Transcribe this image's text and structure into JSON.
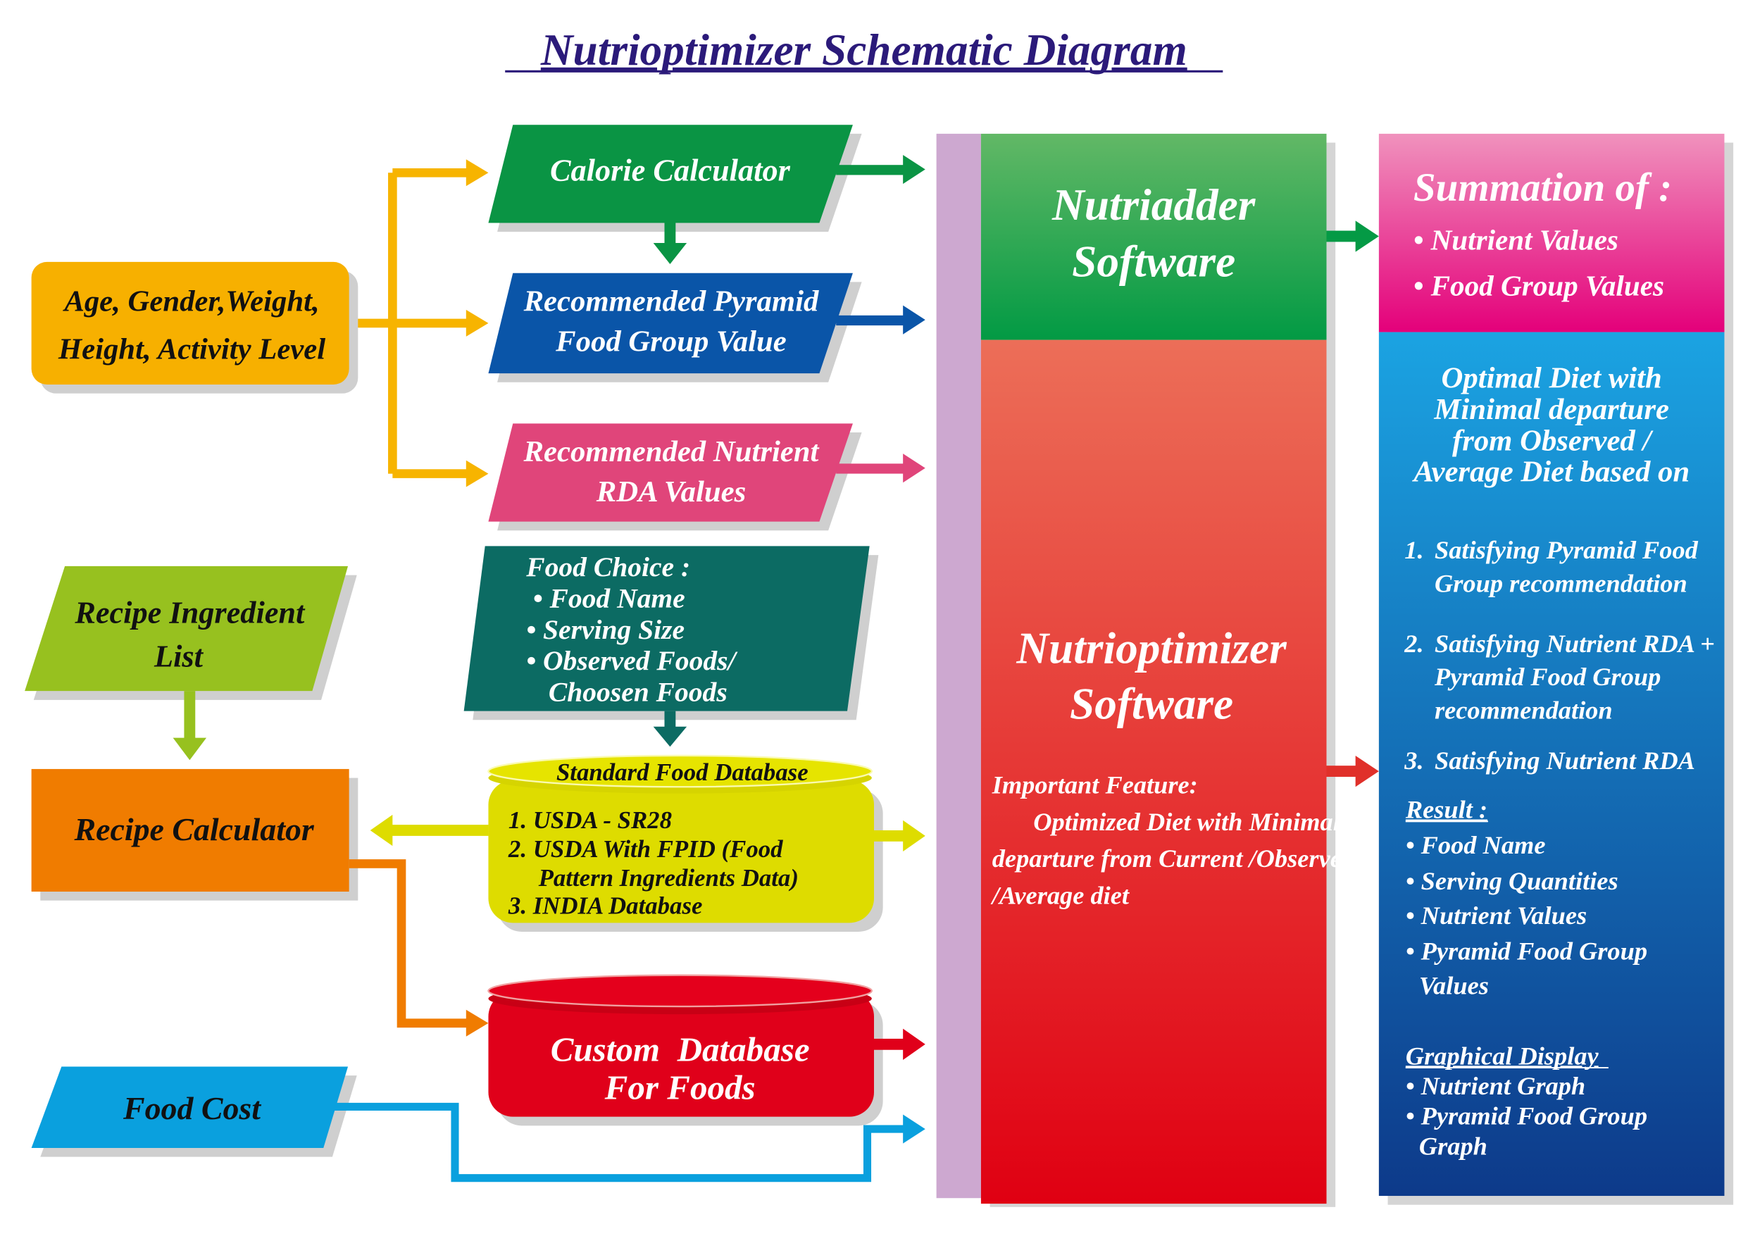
{
  "title": "Nutrioptimizer Schematic Diagram",
  "colors": {
    "title": "#2b1a7a",
    "inputs_box": "#f7b000",
    "calorie": "#0a9444",
    "pyramid": "#0a55a8",
    "nutrient_rda": "#e0457a",
    "food_choice": "#0c6b63",
    "standard_db": "#dedc00",
    "recipe_ingredient": "#97c11f",
    "recipe_calculator": "#f07c00",
    "custom_db": "#e0001a",
    "food_cost": "#0aa0de",
    "bar": "#cda8d0",
    "nutriadder": "#049a45",
    "optimizer": "#e00015",
    "summation": "#e4007a",
    "result_panel": "#0d4a9a"
  },
  "inputs": {
    "line1": "Age, Gender,Weight,",
    "line2": "Height, Activity Level"
  },
  "calorie_calculator": "Calorie Calculator",
  "pyramid": {
    "line1": "Recommended Pyramid",
    "line2": "Food Group Value"
  },
  "nutrient_rda": {
    "line1": "Recommended Nutrient",
    "line2": "RDA Values"
  },
  "food_choice": {
    "heading": "Food Choice :",
    "items": [
      "• Food Name",
      "• Serving Size",
      "• Observed Foods/",
      "Choosen Foods"
    ]
  },
  "standard_db": {
    "title": "Standard Food Database",
    "items": [
      "1. USDA - SR28",
      "2. USDA With FPID (Food",
      "Pattern Ingredients Data)",
      "3. INDIA Database"
    ]
  },
  "recipe_ingredient": {
    "line1": "Recipe Ingredient",
    "line2": "List"
  },
  "recipe_calculator": "Recipe Calculator",
  "custom_db": {
    "line1": "Custom  Database",
    "line2": "For Foods"
  },
  "food_cost": "Food Cost",
  "nutriadder": {
    "line1": "Nutriadder",
    "line2": "Software"
  },
  "optimizer": {
    "line1": "Nutrioptimizer",
    "line2": "Software",
    "feature_label": "Important Feature:",
    "feature_lines": [
      "Optimized Diet with Minimal",
      "departure from Current /Observed",
      "/Average diet"
    ]
  },
  "summation": {
    "heading": "Summation of :",
    "items": [
      "• Nutrient Values",
      "• Food Group Values"
    ]
  },
  "result_panel": {
    "intro": [
      "Optimal Diet with",
      "Minimal departure",
      "from Observed /",
      "Average Diet based on"
    ],
    "criteria": [
      {
        "num": "1.",
        "lines": [
          "Satisfying Pyramid Food",
          "Group recommendation"
        ]
      },
      {
        "num": "2.",
        "lines": [
          "Satisfying Nutrient RDA +",
          "Pyramid Food Group",
          "recommendation"
        ]
      },
      {
        "num": "3.",
        "lines": [
          "Satisfying Nutrient RDA"
        ]
      }
    ],
    "result_heading": "Result :",
    "result_items": [
      "• Food Name",
      "• Serving Quantities",
      "• Nutrient Values",
      "• Pyramid Food Group",
      "Values"
    ],
    "graph_heading": "Graphical Display",
    "graph_items": [
      "• Nutrient Graph",
      "• Pyramid Food Group",
      "Graph"
    ]
  }
}
